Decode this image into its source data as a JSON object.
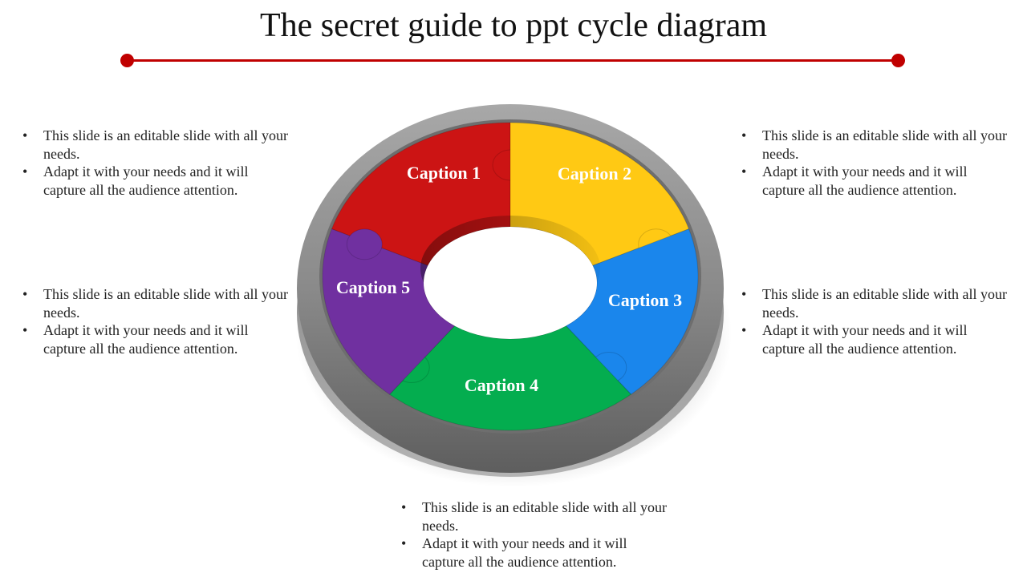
{
  "title": "The secret guide to ppt cycle diagram",
  "colors": {
    "accent": "#c00000",
    "caption_1": "#cc1414",
    "caption_2": "#ffc914",
    "caption_3": "#1a86ec",
    "caption_4": "#04ad4f",
    "caption_5": "#7030a0",
    "frame": "#8c8c8c"
  },
  "segments": [
    {
      "caption": "Caption 1",
      "color": "#cc1414"
    },
    {
      "caption": "Caption 2",
      "color": "#ffc914"
    },
    {
      "caption": "Caption 3",
      "color": "#1a86ec"
    },
    {
      "caption": "Caption 4",
      "color": "#04ad4f"
    },
    {
      "caption": "Caption 5",
      "color": "#7030a0"
    }
  ],
  "notes": {
    "top_left": [
      "This slide is an editable slide with all your needs.",
      "Adapt it with your needs and it will capture all the audience attention."
    ],
    "mid_left": [
      "This slide is an editable slide with all your needs.",
      "Adapt it with your needs and it will capture all the audience attention."
    ],
    "top_right": [
      "This slide is an editable slide with all your needs.",
      "Adapt it with your needs and it will capture all the audience attention."
    ],
    "mid_right": [
      "This slide is an editable slide with all your needs.",
      "Adapt it with your needs and it will capture all the audience attention."
    ],
    "bottom": [
      "This slide is an editable slide with all your needs.",
      "Adapt it with your needs and it will capture all the audience attention."
    ]
  }
}
